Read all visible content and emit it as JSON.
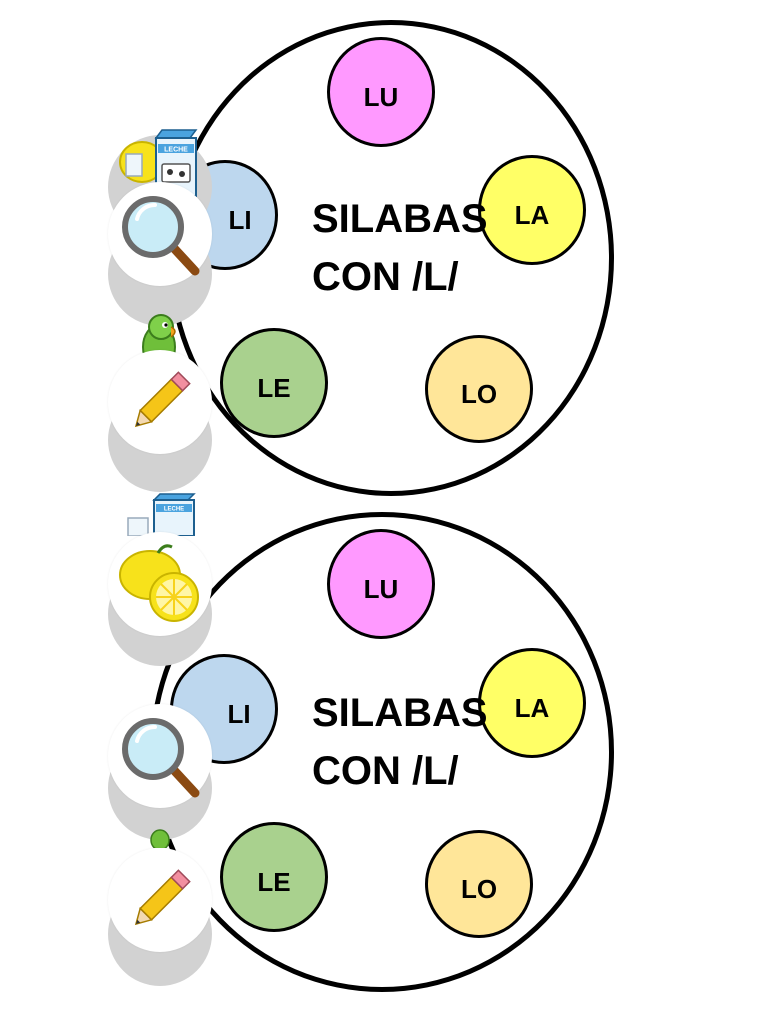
{
  "wheels": [
    {
      "title_line1": "SILABAS",
      "title_line2": "CON /L/",
      "syllables": {
        "lu": "LU",
        "la": "LA",
        "li": "LI",
        "le": "LE",
        "lo": "LO"
      }
    },
    {
      "title_line1": "SILABAS",
      "title_line2": "CON /L/",
      "syllables": {
        "lu": "LU",
        "la": "LA",
        "li": "LI",
        "le": "LE",
        "lo": "LO"
      }
    }
  ],
  "colors": {
    "lu": "#ff99ff",
    "la": "#ffff66",
    "li": "#bdd7ee",
    "le": "#a9d18e",
    "lo": "#ffe699"
  },
  "icons": [
    "milk-lemon-icon",
    "magnifying-glass-icon",
    "parrot-icon",
    "pencil-icon",
    "milk-carton-icon",
    "lemon-icon"
  ],
  "milk_label": "LECHE"
}
